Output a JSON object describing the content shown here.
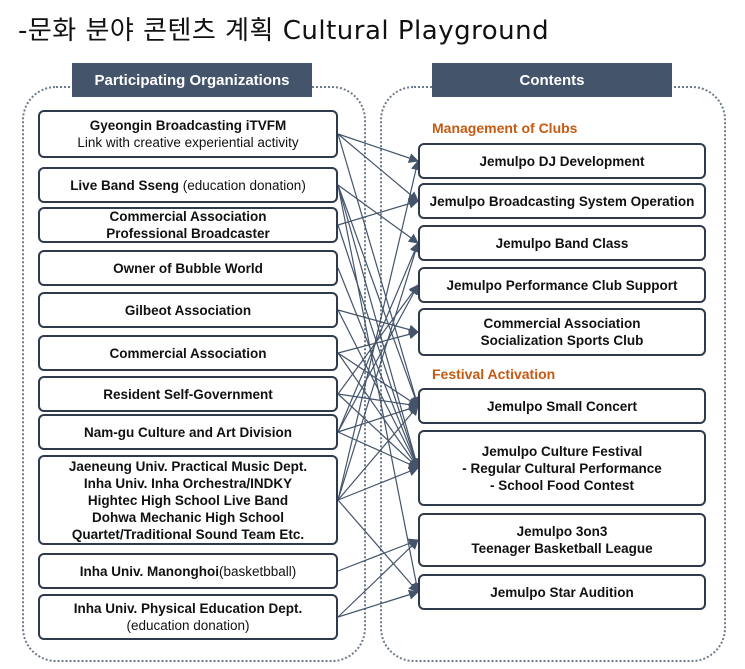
{
  "title": "-문화 분야 콘텐츠 계획 Cultural Playground",
  "headers": {
    "left": "Participating Organizations",
    "right": "Contents"
  },
  "sections": {
    "clubs": "Management of Clubs",
    "festival": "Festival Activation"
  },
  "organizations": [
    {
      "lines": [
        "Gyeongin Broadcasting iTVFM"
      ],
      "sub": "Link with creative experiential activity"
    },
    {
      "lines": [
        "Live Band Sseng"
      ],
      "suffix": " (education donation)"
    },
    {
      "lines": [
        "Commercial Association",
        "Professional Broadcaster"
      ]
    },
    {
      "lines": [
        "Owner of Bubble World"
      ]
    },
    {
      "lines": [
        "Gilbeot Association"
      ]
    },
    {
      "lines": [
        "Commercial Association"
      ]
    },
    {
      "lines": [
        "Resident Self-Government"
      ]
    },
    {
      "lines": [
        "Nam-gu Culture and Art Division"
      ]
    },
    {
      "lines": [
        "Jaeneung Univ. Practical Music Dept.",
        "Inha Univ. Inha Orchestra/INDKY",
        "Hightec High School Live Band",
        "Dohwa Mechanic High School",
        "Quartet/Traditional Sound Team Etc."
      ]
    },
    {
      "lines": [
        "Inha Univ. Manonghoi"
      ],
      "suffix": "(basketbball)"
    },
    {
      "lines": [
        "Inha Univ. Physical Education Dept."
      ],
      "sub": "(education donation)"
    }
  ],
  "contents": [
    {
      "lines": [
        "Jemulpo DJ Development"
      ]
    },
    {
      "lines": [
        "Jemulpo Broadcasting System Operation"
      ]
    },
    {
      "lines": [
        "Jemulpo Band Class"
      ]
    },
    {
      "lines": [
        "Jemulpo Performance Club Support"
      ]
    },
    {
      "lines": [
        "Commercial Association",
        "Socialization Sports Club"
      ]
    },
    {
      "lines": [
        "Jemulpo Small Concert"
      ]
    },
    {
      "lines": [
        "Jemulpo Culture Festival",
        "- Regular Cultural Performance",
        "- School Food Contest"
      ]
    },
    {
      "lines": [
        "Jemulpo 3on3",
        "Teenager Basketball League"
      ]
    },
    {
      "lines": [
        "Jemulpo Star Audition"
      ]
    }
  ],
  "connections": [
    [
      0,
      0
    ],
    [
      0,
      1
    ],
    [
      0,
      5
    ],
    [
      1,
      2
    ],
    [
      1,
      5
    ],
    [
      1,
      6
    ],
    [
      1,
      8
    ],
    [
      2,
      1
    ],
    [
      2,
      6
    ],
    [
      3,
      6
    ],
    [
      4,
      4
    ],
    [
      4,
      6
    ],
    [
      5,
      4
    ],
    [
      5,
      5
    ],
    [
      5,
      6
    ],
    [
      6,
      3
    ],
    [
      6,
      5
    ],
    [
      6,
      6
    ],
    [
      7,
      2
    ],
    [
      7,
      3
    ],
    [
      7,
      5
    ],
    [
      7,
      6
    ],
    [
      8,
      0
    ],
    [
      8,
      2
    ],
    [
      8,
      5
    ],
    [
      8,
      6
    ],
    [
      8,
      8
    ],
    [
      9,
      7
    ],
    [
      10,
      7
    ],
    [
      10,
      8
    ]
  ],
  "colors": {
    "header_bg": "#44546a",
    "section_text": "#c55a11",
    "box_border": "#2f3b4c",
    "link": "#44546a"
  }
}
